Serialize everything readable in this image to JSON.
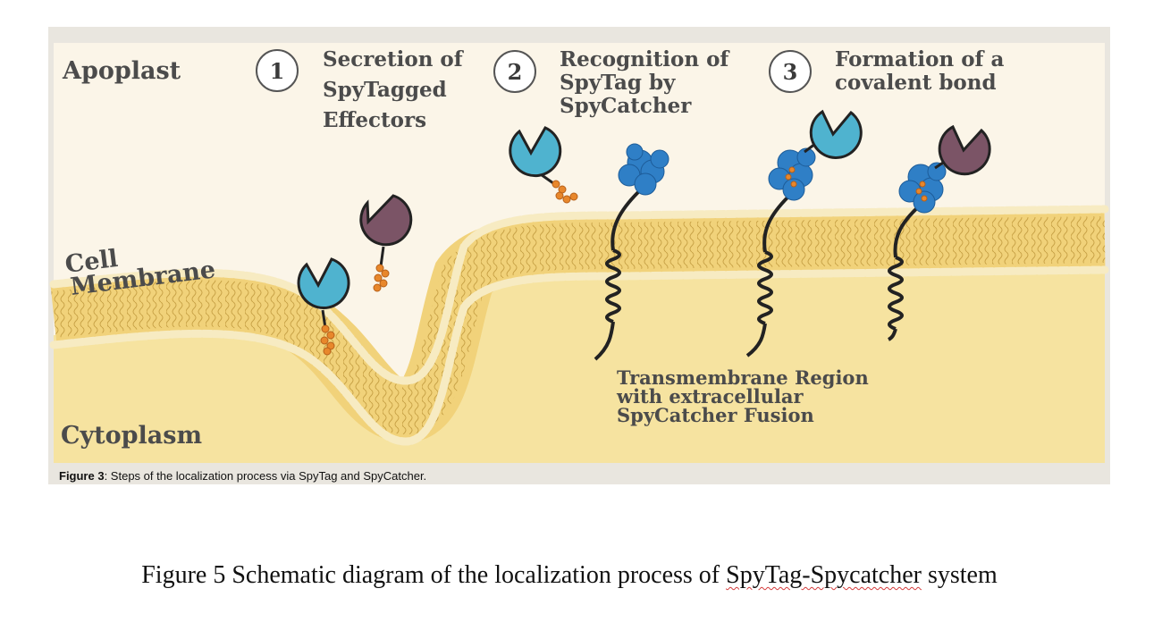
{
  "figure": {
    "regions": {
      "apoplast": "Apoplast",
      "cell_membrane_line1": "Cell",
      "cell_membrane_line2": "Membrane",
      "cytoplasm": "Cytoplasm"
    },
    "steps": [
      {
        "number": "1",
        "lines": [
          "Secretion of",
          "SpyTagged",
          "Effectors"
        ]
      },
      {
        "number": "2",
        "lines": [
          "Recognition of",
          "SpyTag by",
          "SpyCatcher"
        ]
      },
      {
        "number": "3",
        "lines": [
          "Formation of a",
          "covalent bond"
        ]
      }
    ],
    "transmembrane_label": [
      "Transmembrane Region",
      "with extracellular",
      "SpyCatcher Fusion"
    ],
    "caption_bold": "Figure 3",
    "caption_rest": ": Steps of the localization process via SpyTag and SpyCatcher."
  },
  "main_caption": {
    "prefix": "Figure 5 Schematic diagram of the localization process of ",
    "term": "SpyTag-Spycatcher",
    "suffix": " system"
  },
  "colors": {
    "spycatcher_blue": "#4fb3cf",
    "effector_purple": "#7b5466",
    "spytag_orange": "#e8872b",
    "membrane_yellow": "#f2d98a",
    "cytoplasm_yellow": "#f6e3a0",
    "protein_blue": "#2f7fc6"
  }
}
